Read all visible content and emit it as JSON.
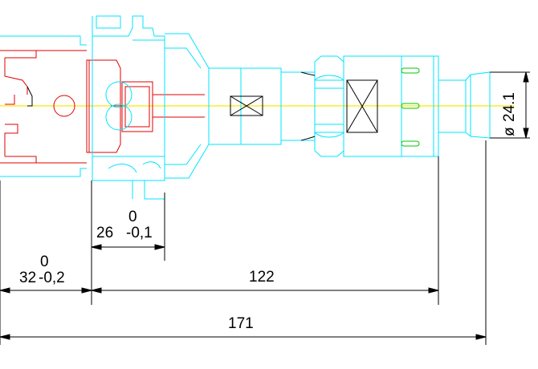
{
  "drawing": {
    "dimensions": {
      "collet_depth": {
        "value": "32",
        "tol_upper": "0",
        "tol_lower": "-0,2"
      },
      "flange": {
        "value": "26",
        "tol_upper": "0",
        "tol_lower": "-0,1"
      },
      "body_length": {
        "value": "122"
      },
      "overall_length": {
        "value": "171"
      },
      "shank_diameter": {
        "symbol": "ø",
        "value": "24.1"
      }
    },
    "colors": {
      "outline": "#00e5ff",
      "part_section": "#e00000",
      "dimension_lines": "#000000",
      "centerline": "#ffe600",
      "marks": "#00c800"
    }
  }
}
